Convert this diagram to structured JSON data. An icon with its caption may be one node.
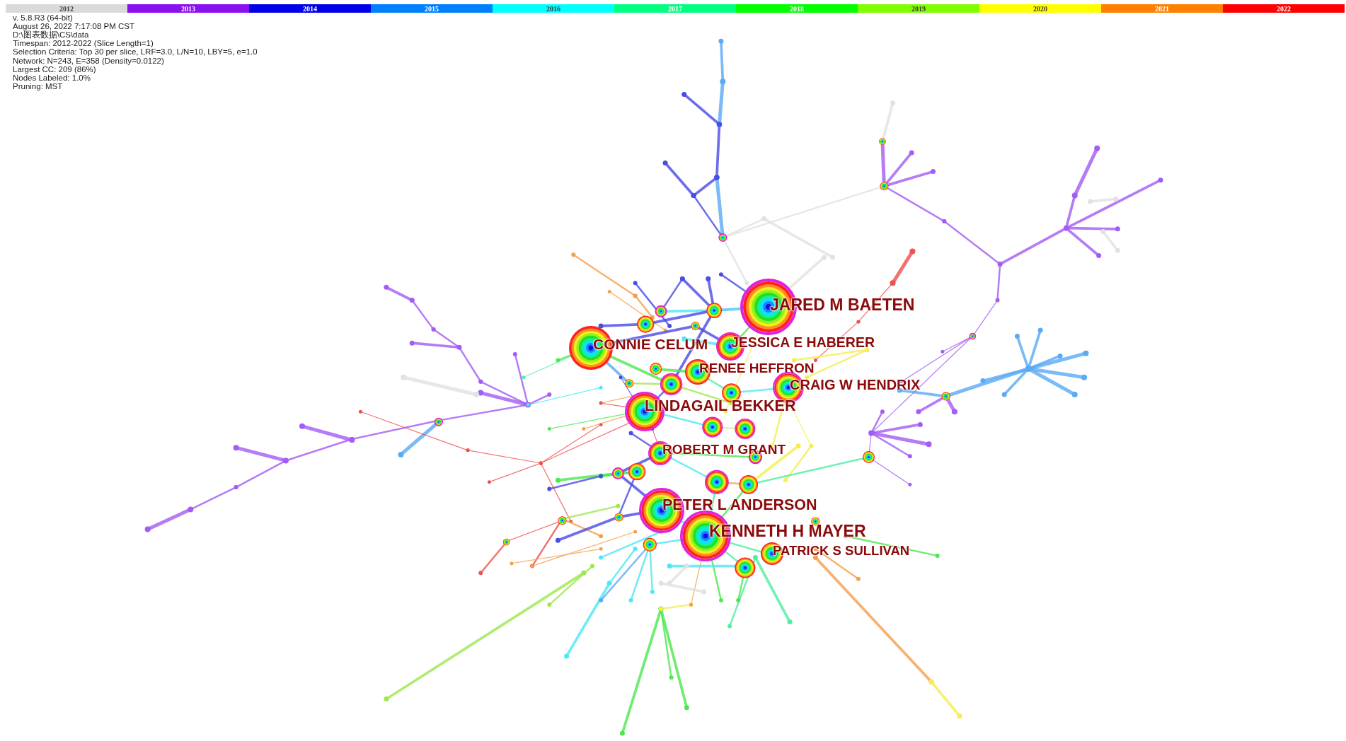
{
  "diagram": {
    "nodes": [
      {
        "text": [],
        "shape": "circle",
        "beside": [
          "JARED M BAETEN"
        ]
      },
      {
        "text": [],
        "shape": "circle",
        "beside": [
          "CONNIE CELUM"
        ]
      },
      {
        "text": [],
        "shape": "circle",
        "beside": [
          "JESSICA E HABERER"
        ]
      },
      {
        "text": [],
        "shape": "circle",
        "beside": [
          "RENEE HEFFRON"
        ]
      },
      {
        "text": [],
        "shape": "circle",
        "beside": [
          "CRAIG W HENDRIX"
        ]
      },
      {
        "text": [],
        "shape": "circle",
        "beside": [
          "LINDAGAIL BEKKER"
        ]
      },
      {
        "text": [],
        "shape": "circle",
        "beside": [
          "ROBERT M GRANT"
        ]
      },
      {
        "text": [],
        "shape": "circle",
        "beside": [
          "PETER L ANDERSON"
        ]
      },
      {
        "text": [],
        "shape": "circle",
        "beside": [
          "KENNETH H MAYER"
        ]
      },
      {
        "text": [],
        "shape": "circle",
        "beside": [
          "PATRICK S SULLIVAN"
        ]
      }
    ],
    "labels": [
      "v. 5.8.R3 (64-bit)",
      "August 26, 2022 7:17:08 PM CST",
      "D:\\图表数据\\CS\\data",
      "Timespan: 2012-2022 (Slice Length=1)",
      "Selection Criteria: Top 30 per slice, LRF=3.0, L/N=10, LBY=5, e=1.0",
      "Network: N=243, E=358 (Density=0.0122)",
      "Largest CC: 209 (86%)",
      "Nodes Labeled: 1.0%",
      "Pruning: MST"
    ],
    "legend": [
      {
        "text": "2012",
        "color": "#dadada"
      },
      {
        "text": "2013",
        "color": "#8b10f0"
      },
      {
        "text": "2014",
        "color": "#0000e8"
      },
      {
        "text": "2015",
        "color": "#0080ff"
      },
      {
        "text": "2016",
        "color": "#00ffff"
      },
      {
        "text": "2017",
        "color": "#00ff80"
      },
      {
        "text": "2018",
        "color": "#00ff00"
      },
      {
        "text": "2019",
        "color": "#80ff00"
      },
      {
        "text": "2020",
        "color": "#ffff00"
      },
      {
        "text": "2021",
        "color": "#ff8000"
      },
      {
        "text": "2022",
        "color": "#ff0000"
      }
    ]
  }
}
